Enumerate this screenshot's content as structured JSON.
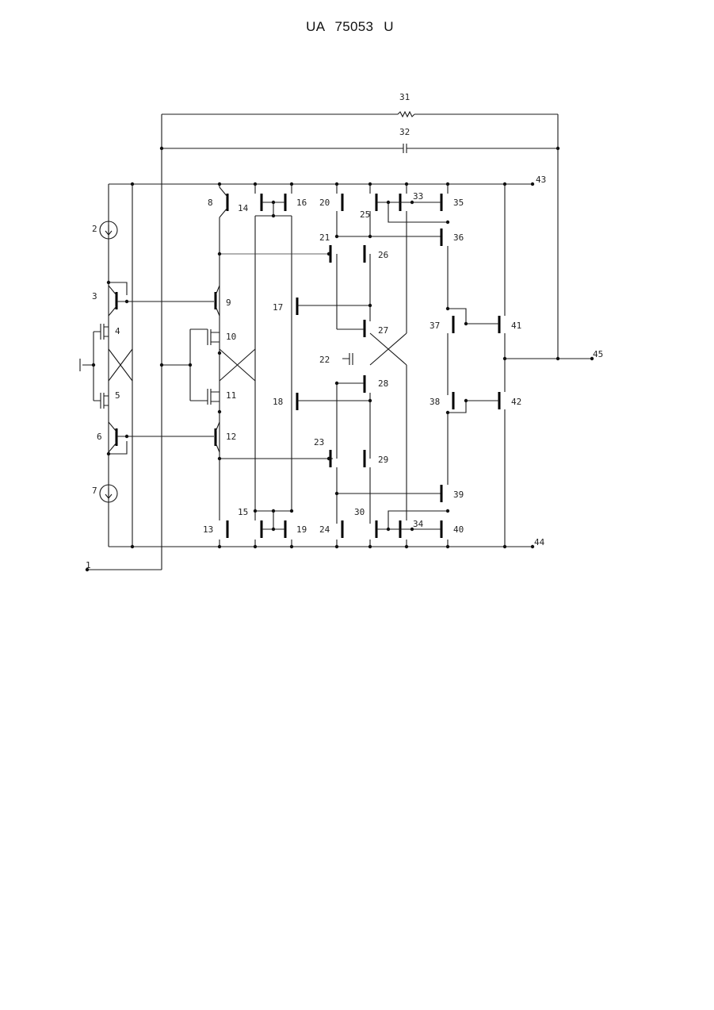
{
  "page": {
    "title": "UA   75053   U"
  },
  "diagram": {
    "labels": {
      "n1": "1",
      "n2": "2",
      "n3": "3",
      "n4": "4",
      "n5": "5",
      "n6": "6",
      "n7": "7",
      "n8": "8",
      "n9": "9",
      "n10": "10",
      "n11": "11",
      "n12": "12",
      "n13": "13",
      "n14": "14",
      "n15": "15",
      "n16": "16",
      "n17": "17",
      "n18": "18",
      "n19": "19",
      "n20": "20",
      "n21": "21",
      "n22": "22",
      "n23": "23",
      "n24": "24",
      "n25": "25",
      "n26": "26",
      "n27": "27",
      "n28": "28",
      "n29": "29",
      "n30": "30",
      "n31": "31",
      "n32": "32",
      "n33": "33",
      "n34": "34",
      "n35": "35",
      "n36": "36",
      "n37": "37",
      "n38": "38",
      "n39": "39",
      "n40": "40",
      "n41": "41",
      "n42": "42",
      "n43": "43",
      "n44": "44",
      "n45": "45"
    }
  }
}
